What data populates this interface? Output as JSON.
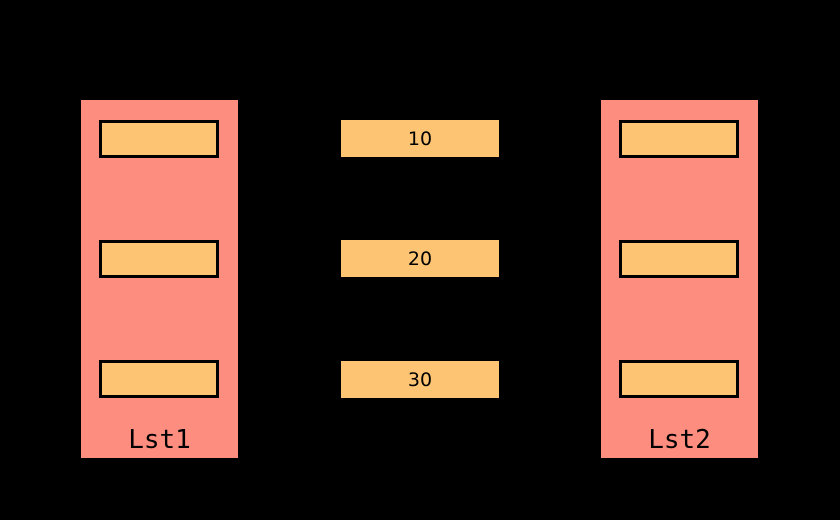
{
  "diagram": {
    "background_color": "#000000",
    "container_color": "#fc8d7f",
    "box_color": "#fdc473",
    "border_color": "#000000",
    "left_list": {
      "label": "Lst1",
      "slots": [
        {
          "value": ""
        },
        {
          "value": ""
        },
        {
          "value": ""
        }
      ]
    },
    "right_list": {
      "label": "Lst2",
      "slots": [
        {
          "value": ""
        },
        {
          "value": ""
        },
        {
          "value": ""
        }
      ]
    },
    "middle_values": [
      {
        "value": "10"
      },
      {
        "value": "20"
      },
      {
        "value": "30"
      }
    ]
  }
}
